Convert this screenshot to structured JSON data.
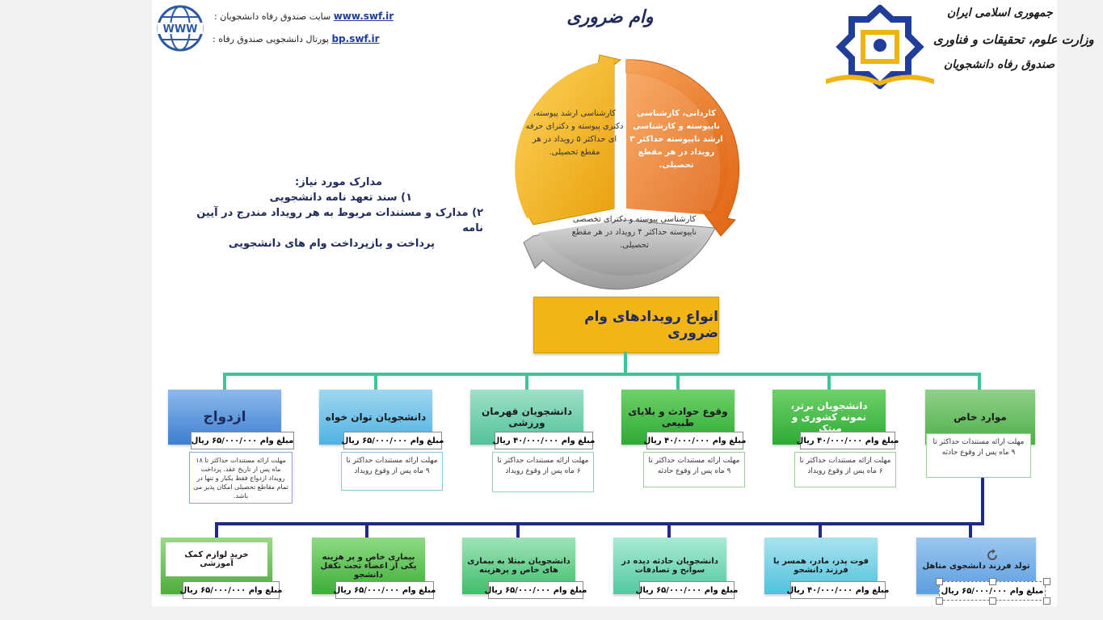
{
  "header": {
    "site_url": "www.swf.ir",
    "site_label": ": سایت صندوق رفاه دانشجویان",
    "portal_url": "bp.swf.ir",
    "portal_label": ": پورتال دانشجویی صندوق رفاه",
    "www_icon_text": "WWW",
    "title": "وام ضروری",
    "org_lines": [
      "جمهوری اسلامی ایران",
      "وزارت علوم، تحقیقات و فناوری",
      "صندوق رفاه دانشجویان"
    ]
  },
  "documents": {
    "heading": "مدارک مورد نیاز:",
    "item1": "۱) سند تعهد نامه دانشجویی",
    "item2": "۲) مدارک و مستندات مربوط به هر رویداد مندرج در آیین نامه",
    "item3": "پرداخت و بازپرداخت وام های دانشجویی"
  },
  "cycle": {
    "orange": "کاردانی، کارشناسی ناپیوسته و کارشناسی ارشد ناپیوسته حداکثر ۳ رویداد در هر مقطع تحصیلی.",
    "yellow": "کارشناسی ارشد پیوسته، دکتری پیوسته و دکترای حرفه ای حداکثر ۵ رویداد در هر مقطع تحصیلی.",
    "gray": "کارشناسی پیوسته و دکترای تخصصی ناپیوسته حداکثر ۴ رویداد در هر مقطع تحصیلی."
  },
  "main_title": "انواع رویدادهای وام ضروری",
  "categories": [
    {
      "label": "موارد خاص",
      "amount": "",
      "note": "مهلت ارائه مستندات حداکثر تا ۹ ماه پس از وقوع حادثه"
    },
    {
      "label": "دانشجویان برتر، نمونه کشوری و مبتکر",
      "amount": "مبلغ وام ۴۰/۰۰۰/۰۰۰ ریال",
      "note": "مهلت ارائه مستندات حداکثر تا ۶ ماه پس از وقوع رویداد"
    },
    {
      "label": "وقوع حوادث و بلایای طبیعی",
      "amount": "مبلغ وام ۴۰/۰۰۰/۰۰۰ ریال",
      "note": "مهلت ارائه مستندات حداکثر تا ۹ ماه پس از وقوع حادثه"
    },
    {
      "label": "دانشجویان قهرمان ورزشی",
      "amount": "مبلغ وام ۴۰/۰۰۰/۰۰۰ ریال",
      "note": "مهلت ارائه مستندات حداکثر تا ۶ ماه پس از وقوع رویداد"
    },
    {
      "label": "دانشجویان توان خواه",
      "amount": "مبلغ وام ۶۵/۰۰۰/۰۰۰ ریال",
      "note": "مهلت ارائه مستندات حداکثر تا ۹ ماه پس از وقوع رویداد"
    },
    {
      "label": "ازدواج",
      "amount": "مبلغ وام ۶۵/۰۰۰/۰۰۰ ریال",
      "note": "مهلت ارائه مستندات حداکثر تا ۱۸ ماه پس از تاریخ عقد. پرداخت رویداد ازدواج فقط یکبار و تنها در تمام مقاطع تحصیلی امکان پذیر می باشد."
    }
  ],
  "bottom": [
    {
      "label": "تولد فرزند دانشجوی متاهل",
      "amount": "مبلغ وام ۶۵/۰۰۰/۰۰۰ ریال"
    },
    {
      "label": "فوت پدر، مادر، همسر یا فرزند دانشجو",
      "amount": "مبلغ وام ۴۰/۰۰۰/۰۰۰ ریال"
    },
    {
      "label": "دانشجویان حادثه دیده در سوانح و تصادفات",
      "amount": "مبلغ وام ۶۵/۰۰۰/۰۰۰ ریال"
    },
    {
      "label": "دانشجویان مبتلا به بیماری های خاص و پرهزینه",
      "amount": "مبلغ وام ۶۵/۰۰۰/۰۰۰ ریال"
    },
    {
      "label": "بیماری خاص و پر هزینه یکی از اعضاء تحت تکفل دانشجو",
      "amount": "مبلغ وام ۶۵/۰۰۰/۰۰۰ ریال"
    },
    {
      "label": "خرید لوازم کمک آموزشی",
      "amount": "مبلغ وام ۶۵/۰۰۰/۰۰۰ ریال"
    }
  ],
  "colors": {
    "title_box": "#f3b515",
    "connector_top": "#3fc39a",
    "connector_bottom": "#1f2a8a",
    "orange": "#ee7a22",
    "yellow": "#f2b21e",
    "gray": "#a8a8a8"
  }
}
